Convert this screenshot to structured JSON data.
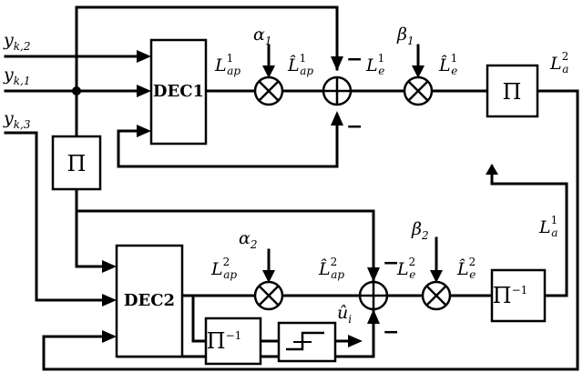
{
  "blocks": {
    "dec1": "DEC1",
    "dec2": "DEC2",
    "interleaver_top": "Π",
    "interleaver_left": "Π",
    "deinterleaver_right": "Π",
    "deinterleaver_right_sup": "−1",
    "deinterleaver_bottom": "Π",
    "deinterleaver_bottom_sup": "−1"
  },
  "inputs": {
    "yk2_main": "y",
    "yk2_sub": "k,2",
    "yk1_main": "y",
    "yk1_sub": "k,1",
    "yk3_main": "y",
    "yk3_sub": "k,3"
  },
  "labels": {
    "alpha1_main": "α",
    "alpha1_sub": "1",
    "beta1_main": "β",
    "beta1_sub": "1",
    "alpha2_main": "α",
    "alpha2_sub": "2",
    "beta2_main": "β",
    "beta2_sub": "2",
    "lap1_main": "L",
    "lap1_sup": "1",
    "lap1_sub": "ap",
    "lap1hat_main": "L̂",
    "lap1hat_sup": "1",
    "lap1hat_sub": "ap",
    "le1_main": "L",
    "le1_sup": "1",
    "le1_sub": "e",
    "le1hat_main": "L̂",
    "le1hat_sup": "1",
    "le1hat_sub": "e",
    "la2_main": "L",
    "la2_sup": "2",
    "la2_sub": "a",
    "la1_main": "L",
    "la1_sup": "1",
    "la1_sub": "a",
    "lap2_main": "L",
    "lap2_sup": "2",
    "lap2_sub": "ap",
    "lap2hat_main": "L̂",
    "lap2hat_sup": "2",
    "lap2hat_sub": "ap",
    "le2_main": "L",
    "le2_sup": "2",
    "le2_sub": "e",
    "le2hat_main": "L̂",
    "le2hat_sup": "2",
    "le2hat_sub": "e",
    "uhat_main": "û",
    "uhat_sub": "i",
    "minus": "−"
  }
}
